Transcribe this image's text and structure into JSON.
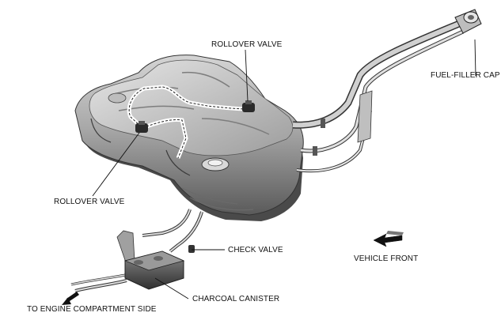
{
  "labels": {
    "rollover_valve_top": "ROLLOVER VALVE",
    "rollover_valve_left": "ROLLOVER VALVE",
    "fuel_filler_cap": "FUEL-FILLER CAP",
    "check_valve": "CHECK VALVE",
    "vehicle_front": "VEHICLE FRONT",
    "charcoal_canister": "CHARCOAL CANISTER",
    "to_engine_compartment_side": "TO ENGINE COMPARTMENT SIDE"
  }
}
